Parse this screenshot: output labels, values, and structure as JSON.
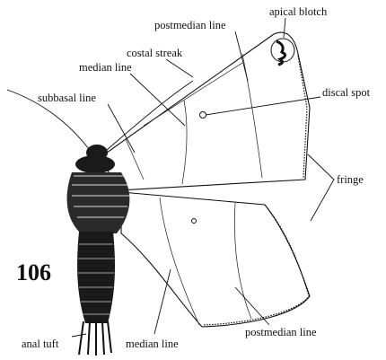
{
  "figure_number": "106",
  "labels": {
    "apical_blotch": "apical blotch",
    "postmedian_line_top": "postmedian line",
    "costal_streak": "costal streak",
    "median_line_top": "median line",
    "discal_spot": "discal spot",
    "subbasal_line": "subbasal line",
    "fringe": "fringe",
    "anal_tuft": "anal tuft",
    "median_line_bottom": "median line",
    "postmedian_line_bottom": "postmedian line"
  },
  "colors": {
    "ink": "#111111",
    "background": "#ffffff"
  }
}
